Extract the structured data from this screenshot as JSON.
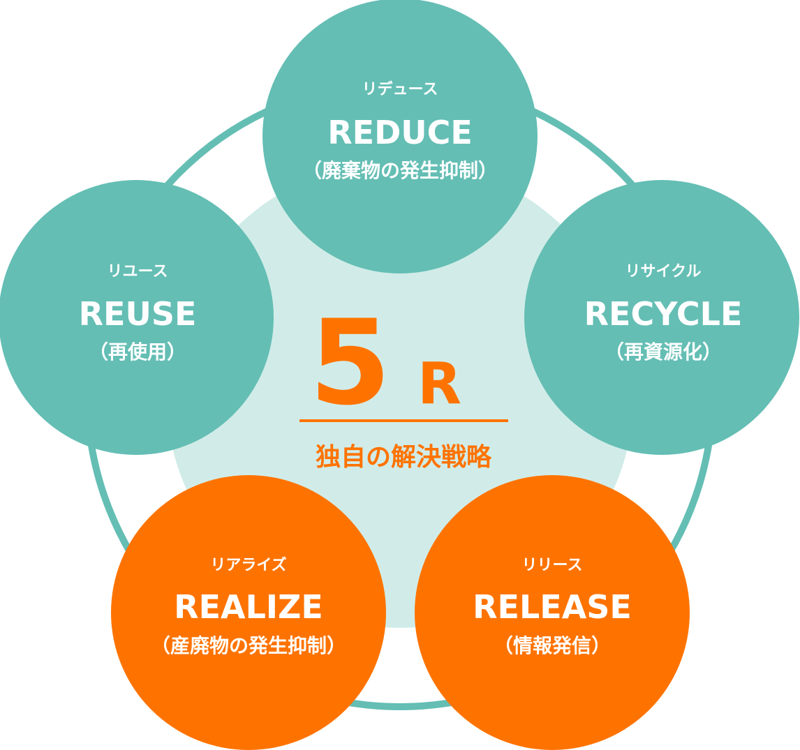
{
  "colors": {
    "teal": "#64beb4",
    "light_teal": "#d1ece8",
    "orange": "#fe7300",
    "white": "#ffffff"
  },
  "center": {
    "number": "5",
    "letter": "R",
    "subtitle": "独自の解決戦略"
  },
  "items": [
    {
      "key": "reduce",
      "kana": "リデュース",
      "en": "REDUCE",
      "jp": "（廃棄物の発生抑制）",
      "color": "teal"
    },
    {
      "key": "reuse",
      "kana": "リユース",
      "en": "REUSE",
      "jp": "（再使用）",
      "color": "teal"
    },
    {
      "key": "recycle",
      "kana": "リサイクル",
      "en": "RECYCLE",
      "jp": "（再資源化）",
      "color": "teal"
    },
    {
      "key": "realize",
      "kana": "リアライズ",
      "en": "REALIZE",
      "jp": "（産廃物の発生抑制）",
      "color": "orange"
    },
    {
      "key": "release",
      "kana": "リリース",
      "en": "RELEASE",
      "jp": "（情報発信）",
      "color": "orange"
    }
  ]
}
